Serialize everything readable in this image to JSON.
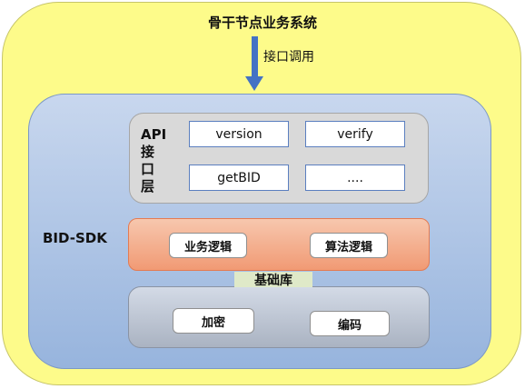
{
  "outer": {
    "title": "骨干节点业务系统"
  },
  "call": {
    "label": "接口调用"
  },
  "sdk": {
    "label": "BID-SDK"
  },
  "api_layer": {
    "label_lines": [
      "API",
      "接",
      "口",
      "层"
    ],
    "methods": [
      "version",
      "verify",
      "getBID",
      "...."
    ]
  },
  "business_layer": {
    "items": [
      "业务逻辑",
      "算法逻辑"
    ]
  },
  "base_layer": {
    "label": "基础库",
    "items": [
      "加密",
      "编码"
    ]
  },
  "colors": {
    "outer_fill": "#fdfb8a",
    "sdk_fill": "#a9c2e6",
    "api_layer_fill": "#d9d9d9",
    "business_layer_fill": "#f4a986",
    "base_layer_fill": "#bcc4d2",
    "base_label_fill": "#dfe9c8",
    "arrow": "#4472c4"
  }
}
